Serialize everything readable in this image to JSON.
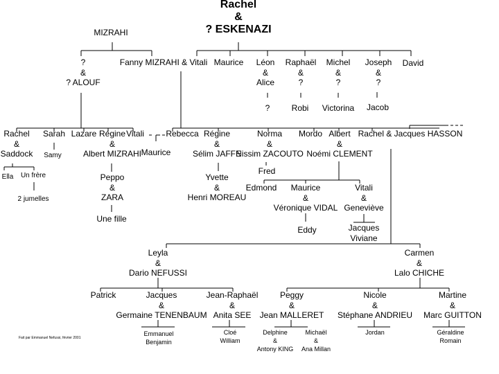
{
  "root": {
    "line1": "Rachel",
    "line2": "&",
    "line3": "? ESKENAZI"
  },
  "mizrahi": {
    "name": "MIZRAHI"
  },
  "alouf": {
    "line1": "?",
    "line2": "&",
    "line3": "? ALOUF"
  },
  "gen1": {
    "fanny": "Fanny MIZRAHI & Vitali",
    "maurice": "Maurice",
    "leon": {
      "line1": "Léon",
      "line2": "&",
      "line3": "Alice",
      "child": "?"
    },
    "raphael": {
      "line1": "Raphaël",
      "line2": "&",
      "line3": "?",
      "child": "Robi"
    },
    "michel": {
      "line1": "Michel",
      "line2": "&",
      "line3": "?",
      "child": "Victorina"
    },
    "joseph": {
      "line1": "Joseph",
      "line2": "&",
      "line3": "?",
      "child": "Jacob"
    },
    "david": "David"
  },
  "alouf_children": {
    "rachel": {
      "line1": "Rachel",
      "line2": "&",
      "line3": "Saddock"
    },
    "rachel_children": {
      "ella": "Ella",
      "un_frere": "Un frère",
      "grandchildren": "2 jumelles"
    },
    "sarah": {
      "line1": "Sarah",
      "child": "Samy"
    },
    "lazare": "Lazare",
    "regine": {
      "line1": "Régine",
      "line2": "&",
      "line3": "Albert MIZRAHI"
    },
    "regine_child": {
      "line1": "Peppo",
      "line2": "&",
      "line3": "ZARA",
      "child": "Une fille"
    },
    "vitali": "Vitali"
  },
  "fanny_children": {
    "maurice": "Maurice",
    "rebecca": "Rebecca",
    "regine": {
      "line1": "Régine",
      "line2": "&",
      "line3": "Sélim JAFFE"
    },
    "regine_child": {
      "line1": "Yvette",
      "line2": "&",
      "line3": "Henri MOREAU"
    },
    "norma": {
      "line1": "Norma",
      "line2": "&",
      "line3": "Nissim ZACOUTO",
      "child": "Fred"
    },
    "mordo": "Mordo",
    "albert": {
      "line1": "Albert",
      "line2": "&",
      "line3": "Noémi CLEMENT"
    },
    "rachel": "Rachel & Jacques HASSON"
  },
  "albert_children": {
    "edmond": "Edmond",
    "maurice": {
      "line1": "Maurice",
      "line2": "&",
      "line3": "Véronique VIDAL",
      "child": "Eddy"
    },
    "vitali": {
      "line1": "Vitali",
      "line2": "&",
      "line3": "Geneviève",
      "child1": "Jacques",
      "child2": "Viviane"
    }
  },
  "hasson_children": {
    "leyla": {
      "line1": "Leyla",
      "line2": "&",
      "line3": "Dario NEFUSSI"
    },
    "carmen": {
      "line1": "Carmen",
      "line2": "&",
      "line3": "Lalo CHICHE"
    }
  },
  "leyla_children": {
    "patrick": "Patrick",
    "jacques": {
      "line1": "Jacques",
      "line2": "&",
      "line3": "Germaine TENENBAUM",
      "child1": "Emmanuel",
      "child2": "Benjamin"
    },
    "jean_raphael": {
      "line1": "Jean-Raphaël",
      "line2": "&",
      "line3": "Anita SEE",
      "child1": "Cloé",
      "child2": "William"
    }
  },
  "carmen_children": {
    "peggy": {
      "line1": "Peggy",
      "line2": "&",
      "line3": "Jean MALLERET"
    },
    "peggy_children": {
      "delphine": {
        "line1": "Delphine",
        "line2": "&",
        "line3": "Antony KING"
      },
      "michael": {
        "line1": "Michaël",
        "line2": "&",
        "line3": "Ana Millan"
      }
    },
    "nicole": {
      "line1": "Nicole",
      "line2": "&",
      "line3": "Stéphane ANDRIEU",
      "child": "Jordan"
    },
    "martine": {
      "line1": "Martine",
      "line2": "&",
      "line3": "Marc GUITTON",
      "child1": "Géraldine",
      "child2": "Romain"
    }
  },
  "footer": {
    "credit": "Fait par Emmanuel Nefussi, février 2001"
  }
}
